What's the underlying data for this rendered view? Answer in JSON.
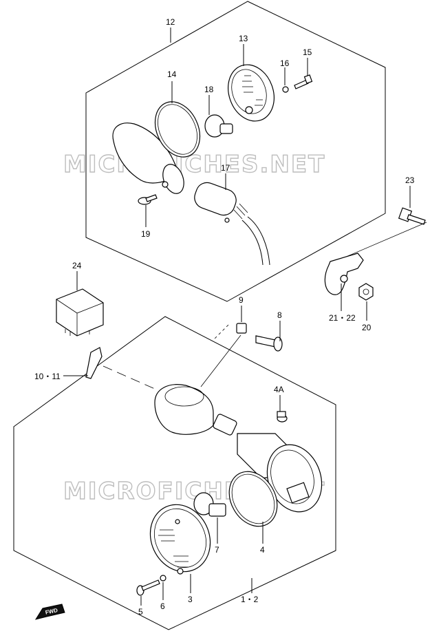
{
  "watermark": "MICROFICHES.NET",
  "fwd_badge": "FWD",
  "labels": {
    "p12": "12",
    "p13": "13",
    "p14": "14",
    "p15": "15",
    "p16": "16",
    "p17": "17",
    "p18": "18",
    "p19": "19",
    "p23": "23",
    "p24": "24",
    "p21_22": "21・22",
    "p20": "20",
    "p9": "9",
    "p8": "8",
    "p10_11": "10・11",
    "p4A": "4A",
    "p7": "7",
    "p4": "4",
    "p3": "3",
    "p5": "5",
    "p6": "6",
    "p1_2": "1・2"
  }
}
